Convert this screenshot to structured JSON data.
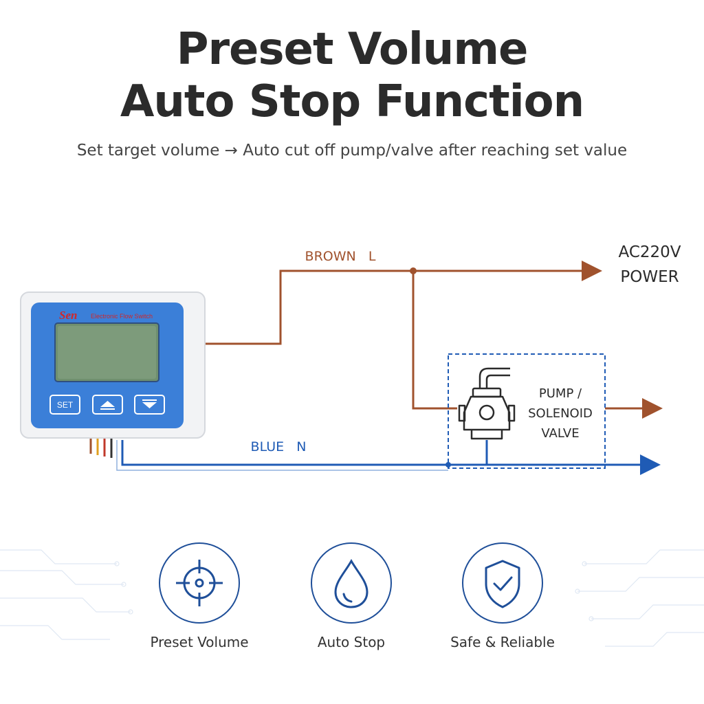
{
  "header": {
    "title_line1": "Preset Volume",
    "title_line2": "Auto Stop Function",
    "subtitle": "Set target volume → Auto cut off pump/valve after reaching set value"
  },
  "diagram": {
    "brown_wire_label": "BROWN   L",
    "blue_wire_label": "BLUE   N",
    "power_label_1": "AC220V",
    "power_label_2": "POWER",
    "load_label_1": "PUMP /",
    "load_label_2": "SOLENOID",
    "load_label_3": "VALVE",
    "device_brand": "Sen",
    "device_name": "Electronic Flow Switch",
    "device_buttons": [
      "SET"
    ],
    "colors": {
      "brown_wire": "#a0522d",
      "blue_wire": "#1f5bb5",
      "device_panel": "#3b7fd8",
      "lcd": "#6f8f6f"
    }
  },
  "features": [
    {
      "icon": "target-icon",
      "label": "Preset Volume"
    },
    {
      "icon": "water-drop-icon",
      "label": "Auto Stop"
    },
    {
      "icon": "shield-check-icon",
      "label": "Safe & Reliable"
    }
  ]
}
